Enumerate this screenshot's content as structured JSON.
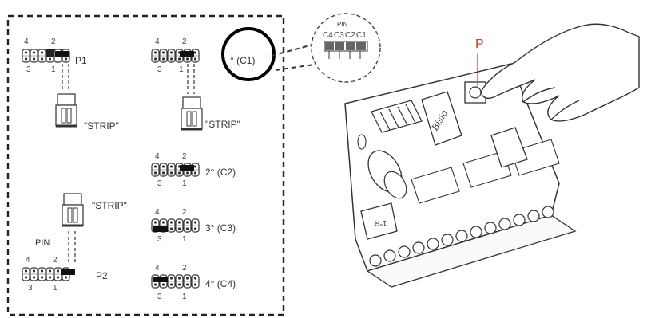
{
  "labels": {
    "p1": "P1",
    "p2": "P2",
    "pin_left": "PIN",
    "strip1": "\"STRIP\"",
    "strip2": "\"STRIP\"",
    "strip3": "\"STRIP\"",
    "c1": "° (C1)",
    "c2": "2° (C2)",
    "c3": "3° (C3)",
    "c4": "4° (C4)",
    "pin_zoom": "PIN",
    "zoom_c4": "C4",
    "zoom_c3": "C3",
    "zoom_c2": "C2",
    "zoom_c1": "C1",
    "p_button": "P",
    "relay_text": "1°R",
    "brand_text": "Bisio"
  },
  "pin_numbers": {
    "top_left": "4",
    "top_right": "2",
    "bottom_left": "3",
    "bottom_right": "1"
  },
  "colors": {
    "line": "#333333",
    "highlight_circle": "#000000",
    "p_label": "#c0392b"
  }
}
